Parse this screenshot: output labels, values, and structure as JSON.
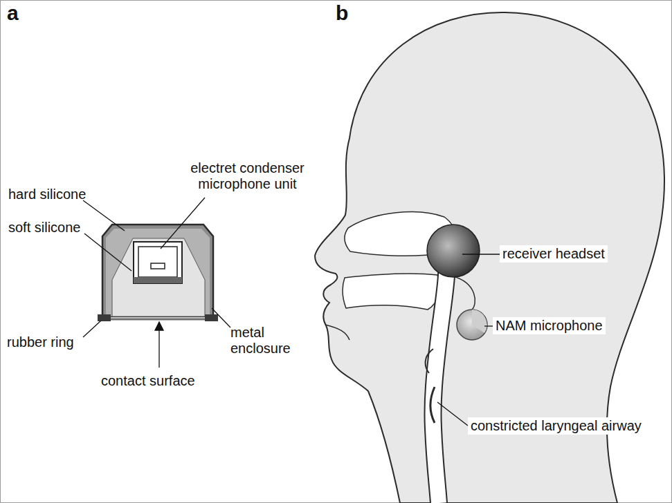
{
  "diagram": {
    "labels": [
      "a",
      "b",
      "hard silicone",
      "soft silicone",
      "electret condenser microphone unit",
      "rubber ring",
      "metal enclosure",
      "contact surface",
      "receiver headset",
      "NAM microphone",
      "constricted laryngeal airway"
    ]
  }
}
